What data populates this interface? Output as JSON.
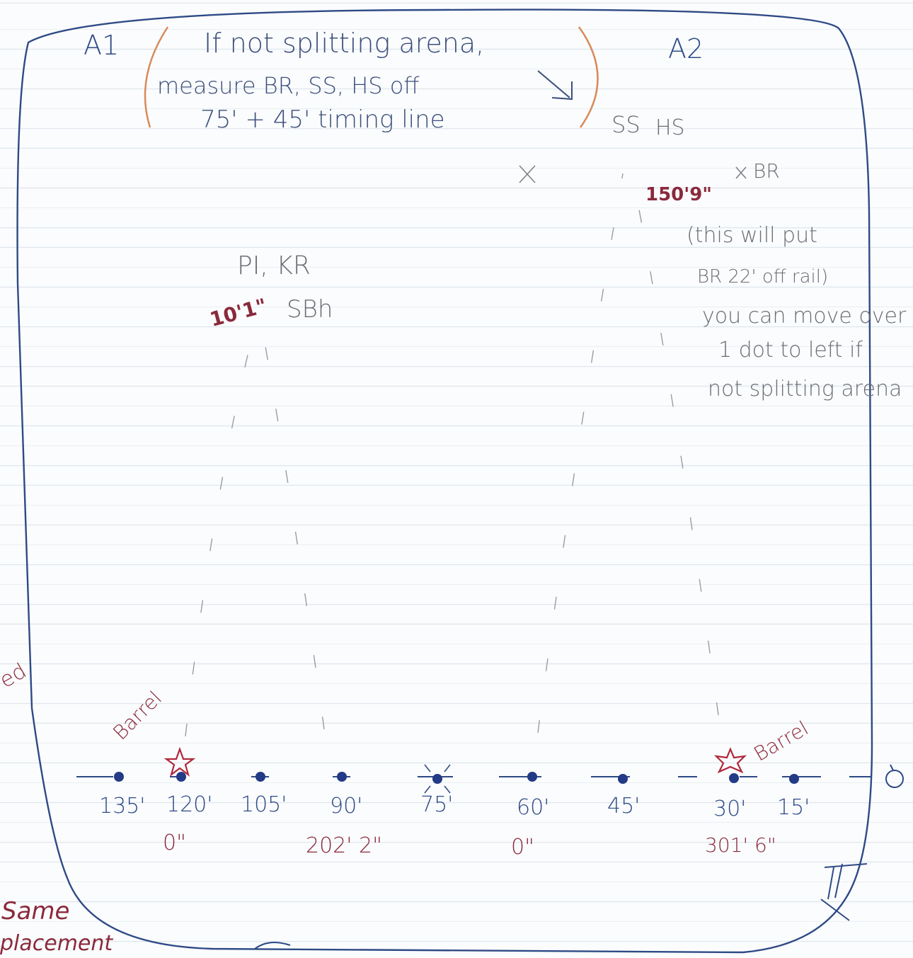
{
  "arena": {
    "corner_left": "A1",
    "corner_right": "A2"
  },
  "note_top": {
    "line1": "If not splitting arena,",
    "line2": "measure BR, SS, HS off",
    "line3": "75' + 45' timing line"
  },
  "right_markers": {
    "ss": "SS",
    "hs": "HS",
    "br": "BR",
    "distance": "150'9\""
  },
  "right_note": {
    "line1": "(this will put",
    "line2": "BR 22' off rail)",
    "line3": "you can move over",
    "line4": "1 dot to left if",
    "line5": "not splitting arena"
  },
  "center_markers": {
    "line1": "PI, KR",
    "line2": "SBh",
    "distance": "10'1\""
  },
  "barrels": {
    "left_label": "Barrel",
    "right_label": "Barrel"
  },
  "timing_line": {
    "distances": [
      "135'",
      "120'",
      "105'",
      "90'",
      "75'",
      "60'",
      "45'",
      "30'",
      "15'"
    ]
  },
  "measurements": {
    "m1": "0\"",
    "m2": "202' 2\"",
    "m3": "0\"",
    "m4": "301' 6\""
  },
  "margin_notes": {
    "left_edge": "ed",
    "bottom_left_1": "Same",
    "bottom_left_2": "placement"
  },
  "colors": {
    "ink_blue": "#2e4a86",
    "ink_red": "#8a2a3c",
    "pencil": "#6a6d73",
    "orange": "#d88a5a"
  }
}
